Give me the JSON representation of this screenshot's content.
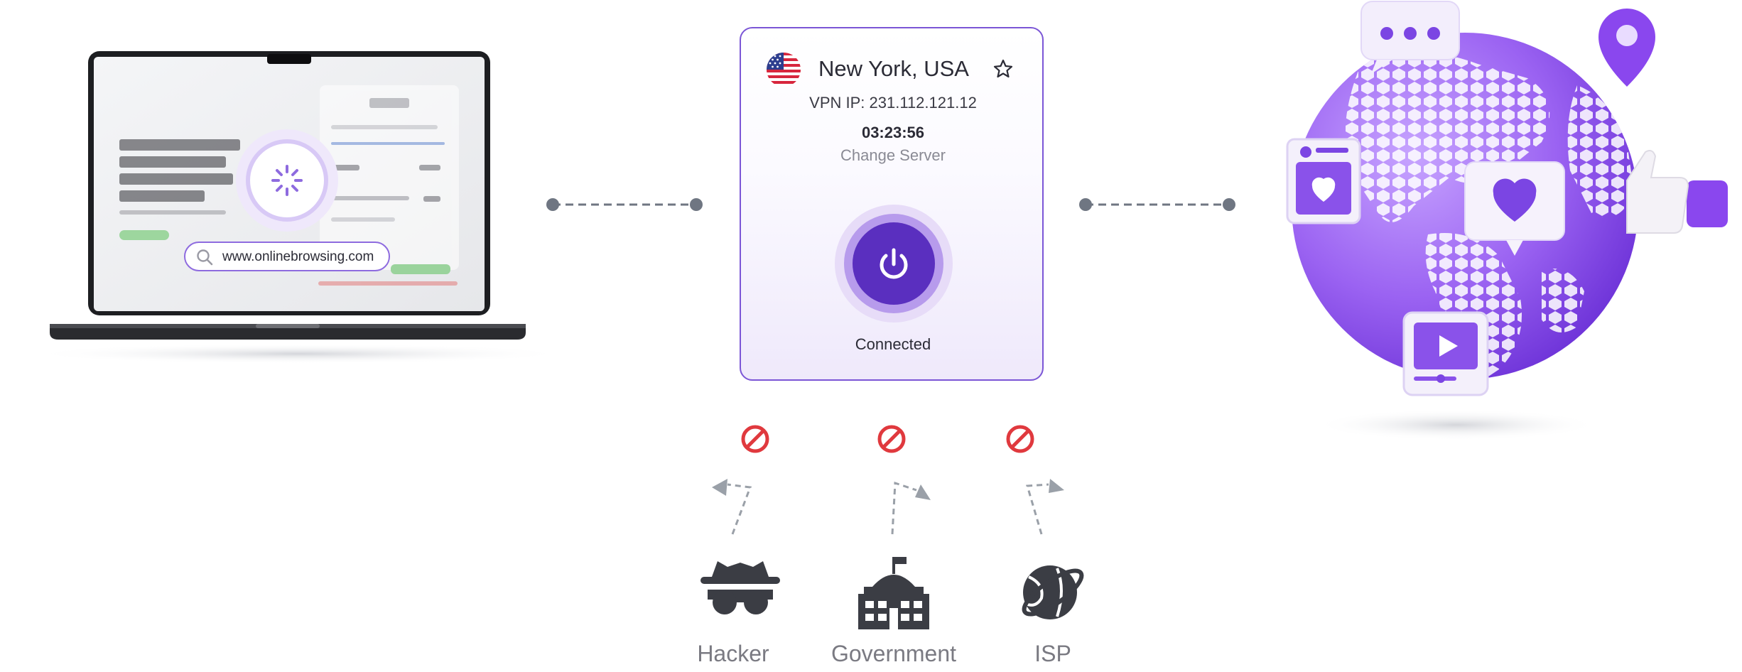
{
  "browser": {
    "url": "www.onlinebrowsing.com"
  },
  "vpn_app": {
    "location": "New York, USA",
    "vpn_ip": "VPN IP: 231.112.121.12",
    "timer": "03:23:56",
    "change_server": "Change Server",
    "status": "Connected"
  },
  "threats": [
    {
      "label": "Hacker",
      "icon": "hacker-icon"
    },
    {
      "label": "Government",
      "icon": "government-icon"
    },
    {
      "label": "ISP",
      "icon": "isp-globe-icon"
    }
  ],
  "colors": {
    "accent": "#7b56d6",
    "accent_dark": "#5a2fbf",
    "block_red": "#e0393e",
    "connector_gray": "#6f7682",
    "icon_dark": "#3b3d44"
  }
}
